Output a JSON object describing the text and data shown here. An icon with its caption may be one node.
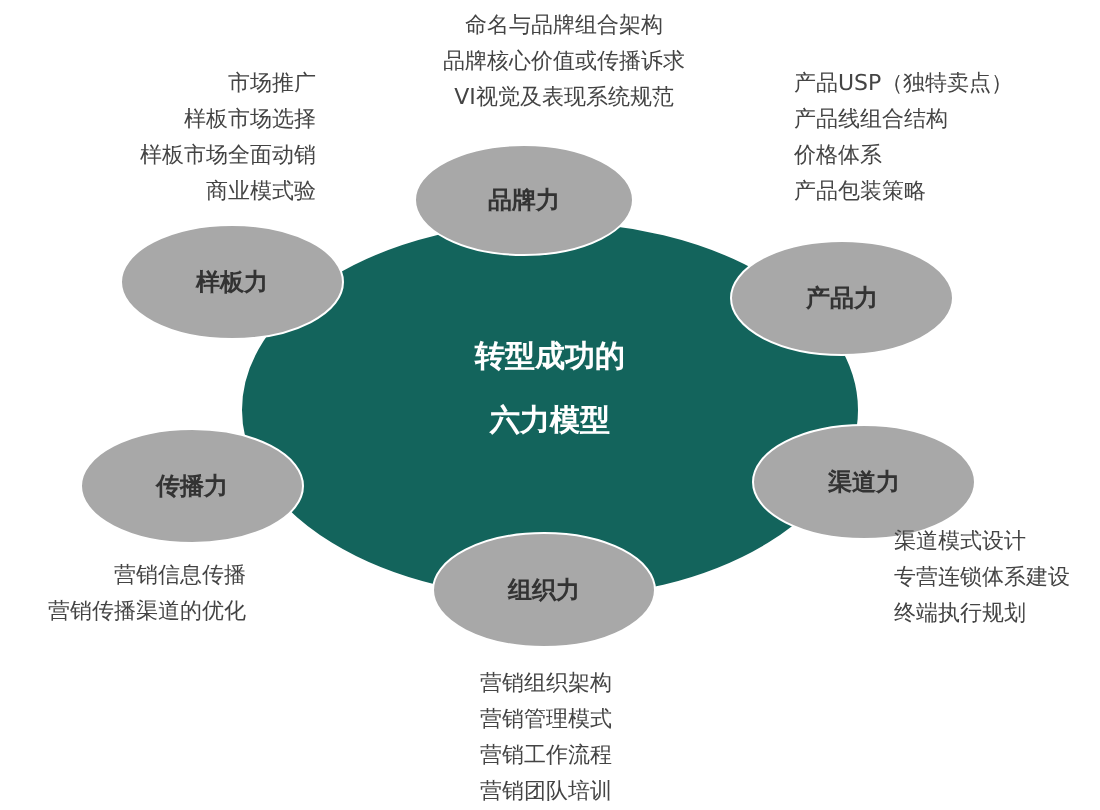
{
  "diagram": {
    "nodes": [
      {
        "text": [
          "转型成功的六力模型"
        ]
      },
      {
        "text": [
          "品牌力"
        ],
        "beside": [
          "命名与品牌组合架构",
          "品牌核心价值或传播诉求",
          "VI视觉及表现系统规范"
        ]
      },
      {
        "text": [
          "产品力"
        ],
        "beside": [
          "产品USP（独特卖点）",
          "产品线组合结构",
          "价格体系",
          "产品包装策略"
        ]
      },
      {
        "text": [
          "渠道力"
        ],
        "beside": [
          "渠道模式设计",
          "专营连锁体系建设",
          "终端执行规划"
        ]
      },
      {
        "text": [
          "组织力"
        ],
        "beside": [
          "营销组织架构",
          "营销管理模式",
          "营销工作流程",
          "营销团队培训"
        ]
      },
      {
        "text": [
          "传播力"
        ]
      },
      {
        "text": [
          "样板力"
        ],
        "beside": [
          "市场推广",
          "样板市场选择",
          "样板市场全面动销",
          "商业模式验"
        ]
      }
    ],
    "labels": [
      "营销信息传播",
      "营销传播渠道的优化"
    ]
  }
}
